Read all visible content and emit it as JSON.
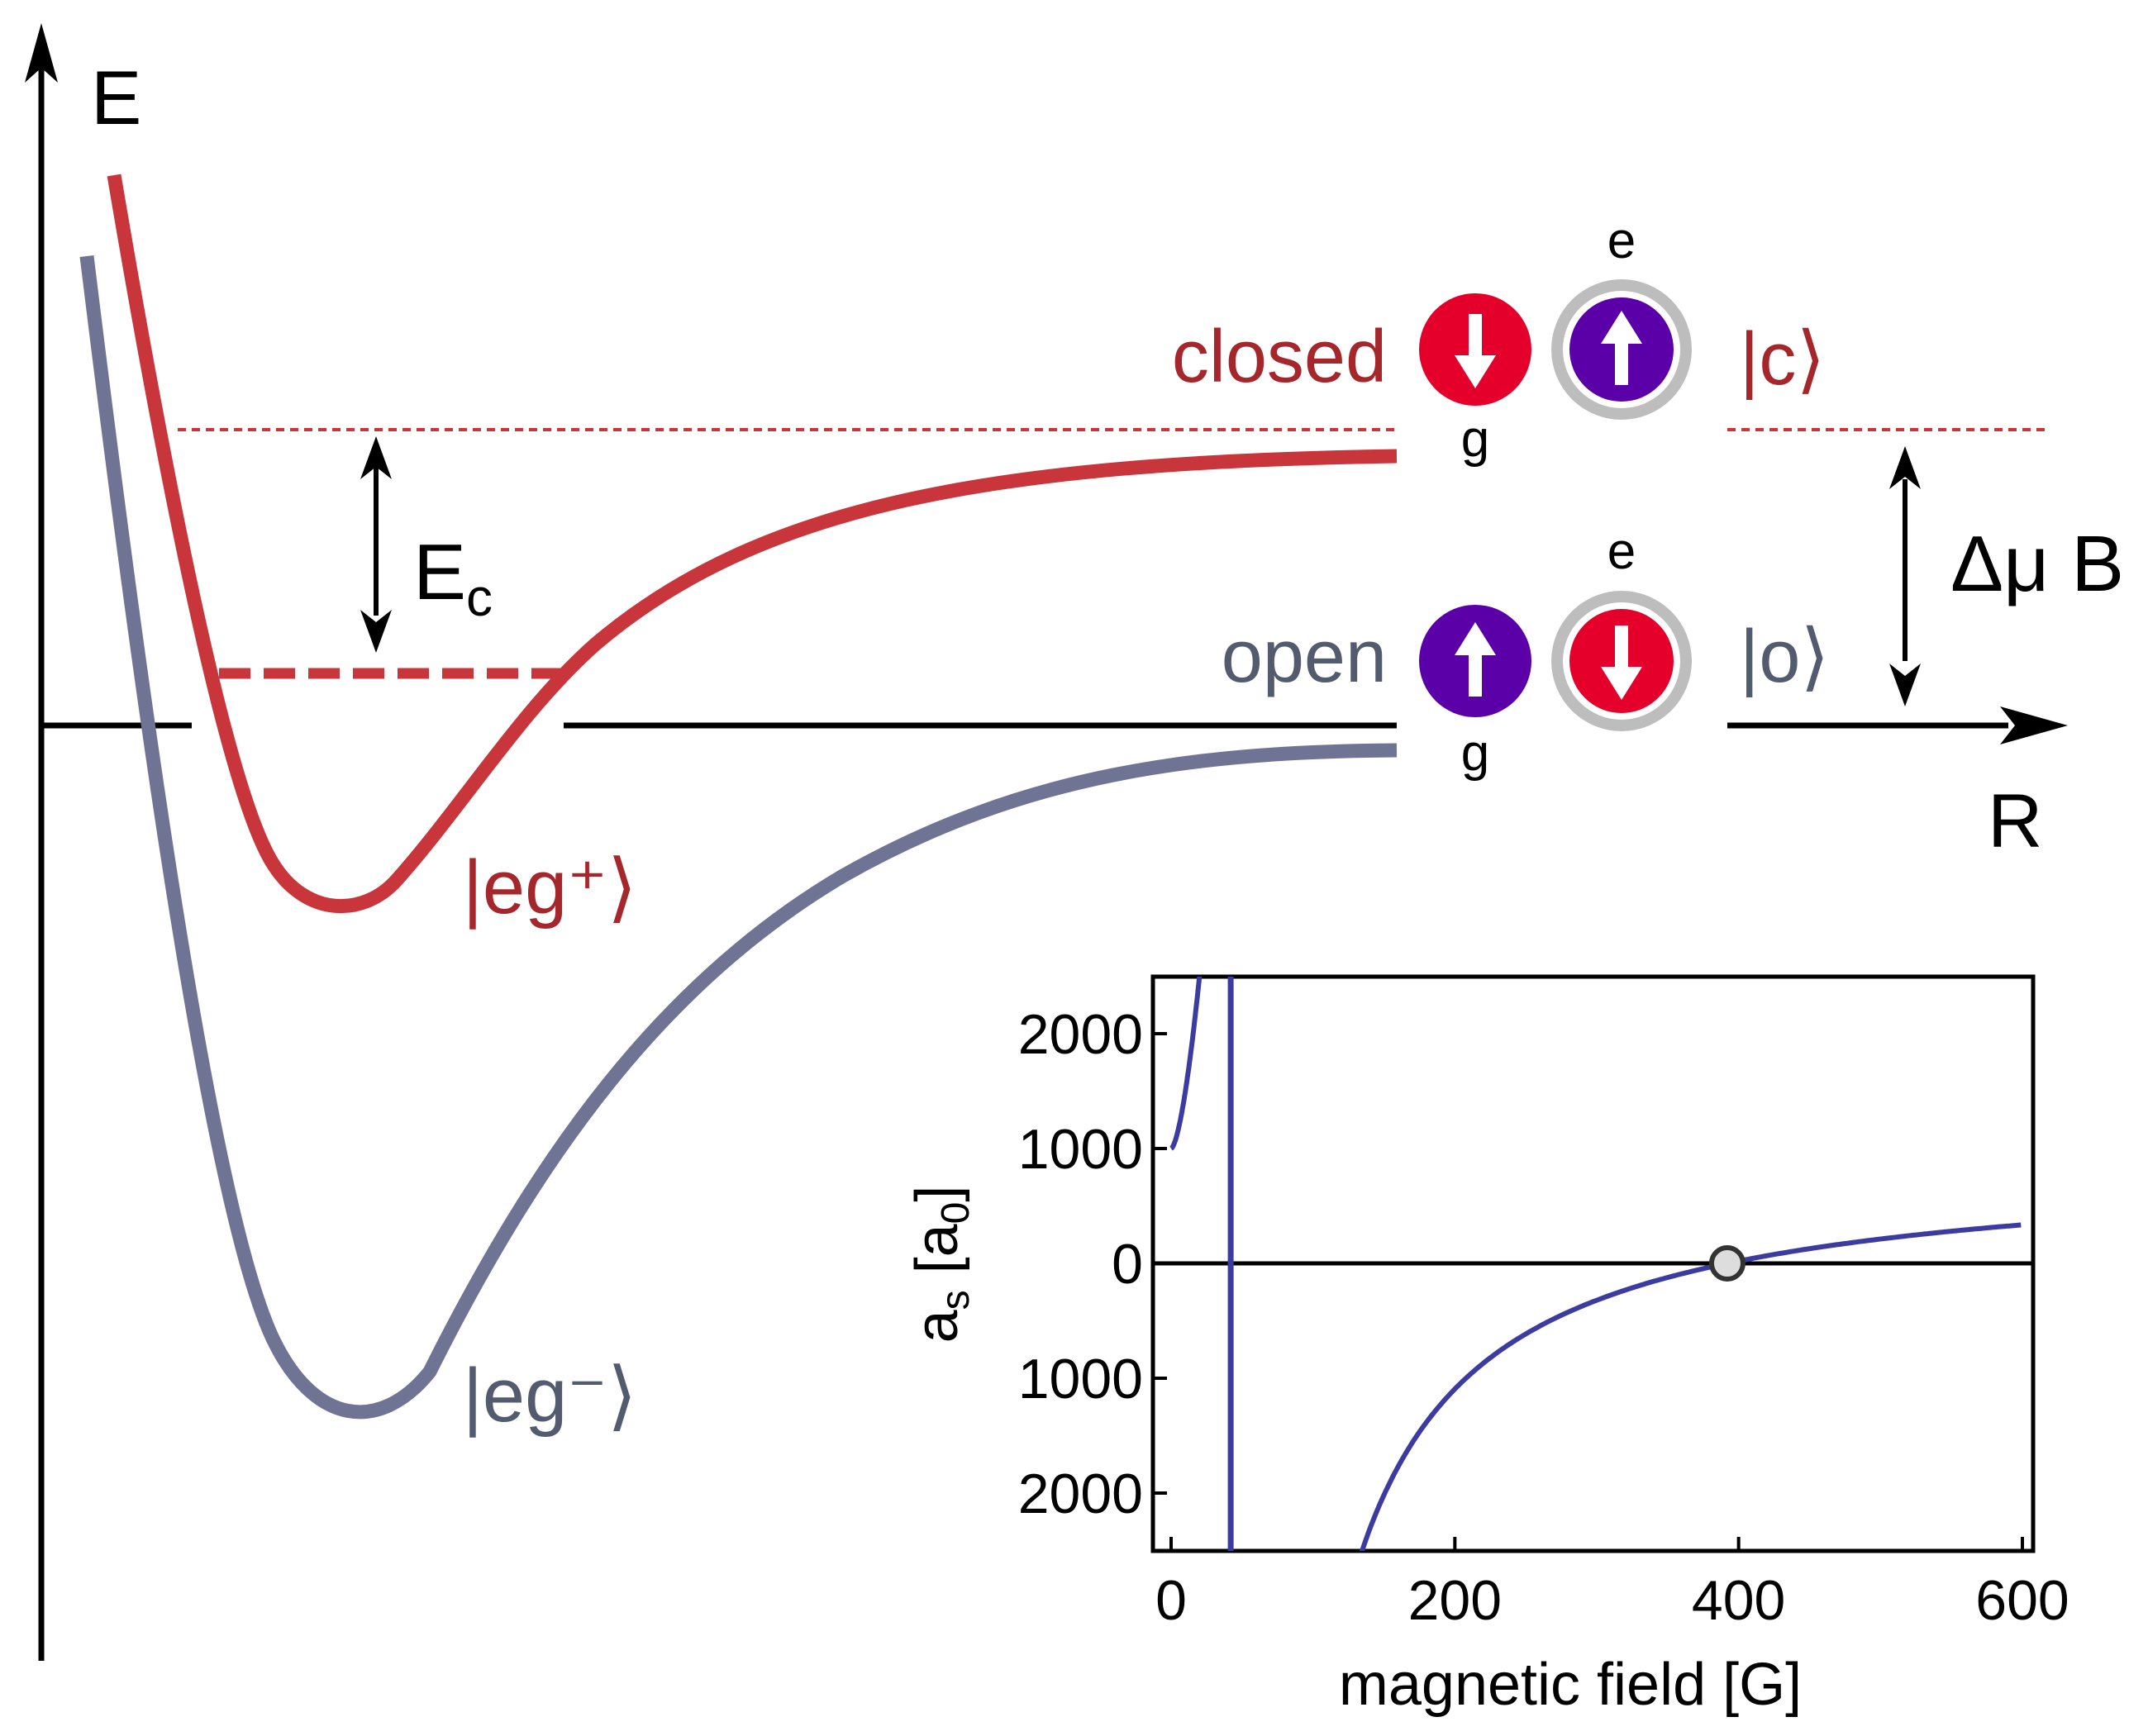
{
  "colors": {
    "closed": "#c8363b",
    "closed_text": "#a5272c",
    "open": "#707494",
    "open_text": "#535b6e",
    "atom_red": "#e4002b",
    "atom_purple": "#5b00a8",
    "shell_gray": "#bdbdbd",
    "inset_curve": "#3c3ca0",
    "zero_marker": "#dddddd"
  },
  "main": {
    "axis_e": "E",
    "axis_r": "R",
    "ec_label": "E",
    "ec_sub": "c",
    "delta_label": "Δμ B",
    "closed_label": "closed",
    "open_label": "open",
    "ket_c": "|c⟩",
    "ket_o": "|o⟩",
    "ket_plus": "|eg⁺⟩",
    "ket_minus": "|eg⁻⟩",
    "atom_e": "e",
    "atom_g": "g"
  },
  "inset": {
    "xlabel": "magnetic field [G]",
    "ylabel_main": "a",
    "ylabel_sub": "s",
    "ylabel_unit_open": " [a",
    "ylabel_unit_sub": "0",
    "ylabel_unit_close": "]",
    "xticks": [
      "0",
      "200",
      "400",
      "600"
    ],
    "yticks": [
      "2000",
      "1000",
      "0",
      "1000",
      "2000"
    ],
    "xlim": [
      0,
      600
    ],
    "ylim": [
      -2500,
      2500
    ],
    "resonance_B": 42,
    "zero_crossing_B": 392
  }
}
